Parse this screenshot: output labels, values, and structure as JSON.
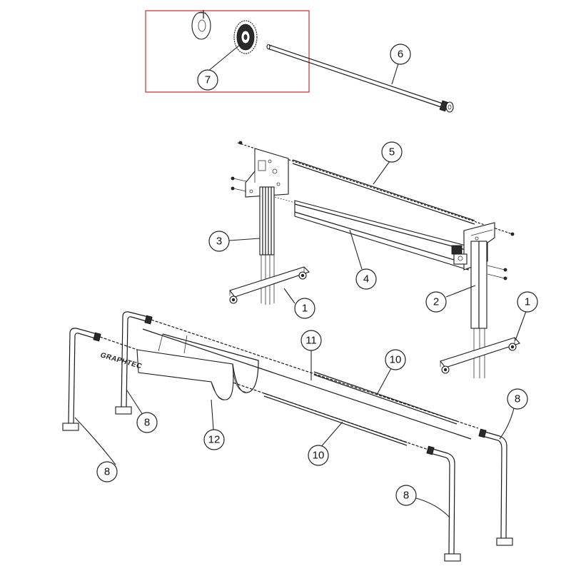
{
  "highlight_color": "#d9383d",
  "brand_label": "GRAPHTEC",
  "callouts": {
    "c1": "7",
    "c2": "6",
    "c3": "5",
    "c4": "3",
    "c5": "4",
    "c6": "1",
    "c7": "2",
    "c8": "1",
    "c9": "11",
    "c10": "10",
    "c11": "8",
    "c12": "8",
    "c13": "12",
    "c14": "10",
    "c15": "8",
    "c16": "8"
  }
}
